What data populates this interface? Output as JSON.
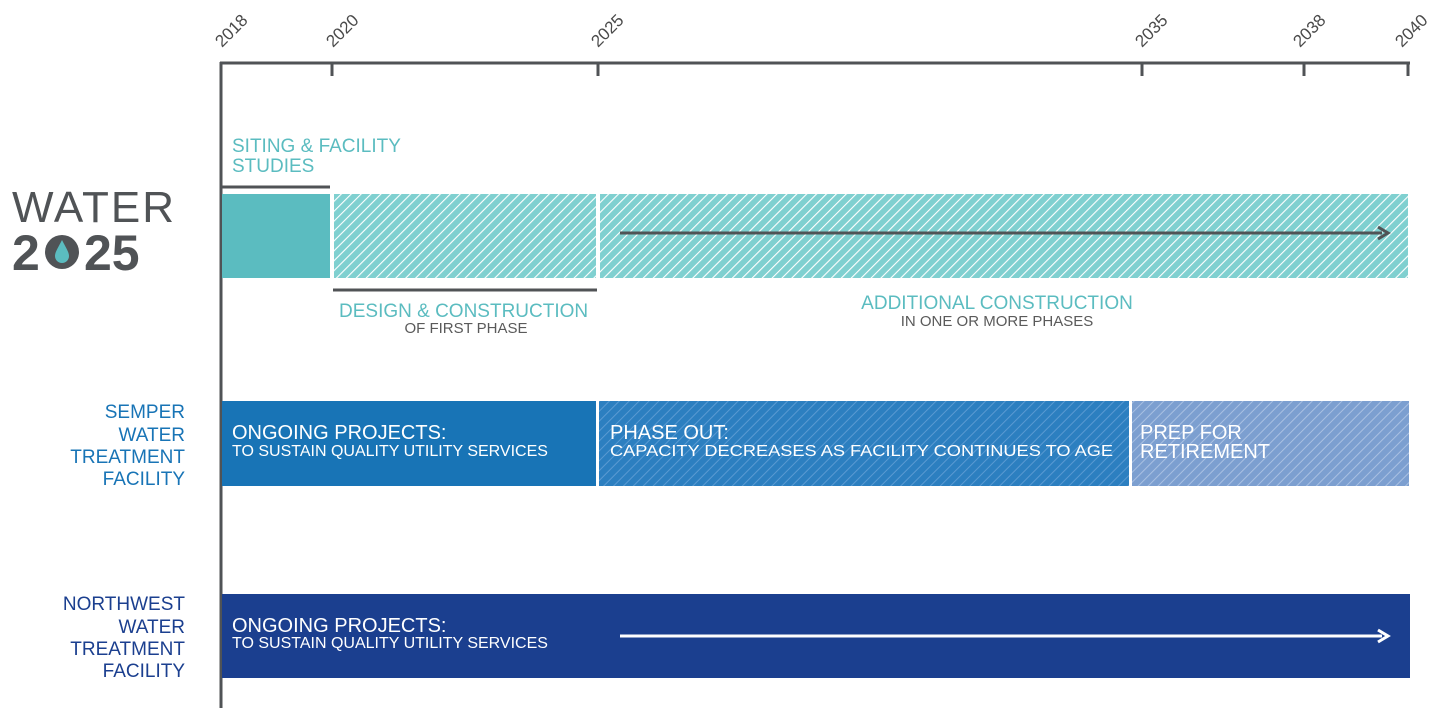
{
  "timeline": {
    "years": [
      "2018",
      "2020",
      "2025",
      "2035",
      "2038",
      "2040"
    ]
  },
  "logo": {
    "line1": "WATER",
    "line2_a": "2",
    "line2_b": "25",
    "colors": {
      "text": "#505356",
      "drop": "#5bbcc0"
    }
  },
  "water2025": {
    "siting_label_1": "SITING & FACILITY",
    "siting_label_2": "STUDIES",
    "design_label": "DESIGN & CONSTRUCTION",
    "design_sub": "OF FIRST PHASE",
    "additional_label": "ADDITIONAL CONSTRUCTION",
    "additional_sub": "IN ONE OR MORE PHASES"
  },
  "semper": {
    "label": [
      "SEMPER",
      "WATER",
      "TREATMENT",
      "FACILITY"
    ],
    "ongoing_title": "ONGOING PROJECTS:",
    "ongoing_sub": "TO SUSTAIN QUALITY UTILITY SERVICES",
    "phase_out_title": "PHASE OUT:",
    "phase_out_sub": "CAPACITY DECREASES AS FACILITY CONTINUES TO AGE",
    "prep_1": "PREP FOR",
    "prep_2": "RETIREMENT"
  },
  "northwest": {
    "label": [
      "NORTHWEST",
      "WATER",
      "TREATMENT",
      "FACILITY"
    ],
    "ongoing_title": "ONGOING PROJECTS:",
    "ongoing_sub": "TO SUSTAIN QUALITY UTILITY SERVICES"
  },
  "colors": {
    "teal": "#5bbcc0",
    "semper_blue": "#1874b6",
    "semper_light": "#7c9fd0",
    "northwest_navy": "#1b3f8f",
    "axis": "#505356"
  }
}
